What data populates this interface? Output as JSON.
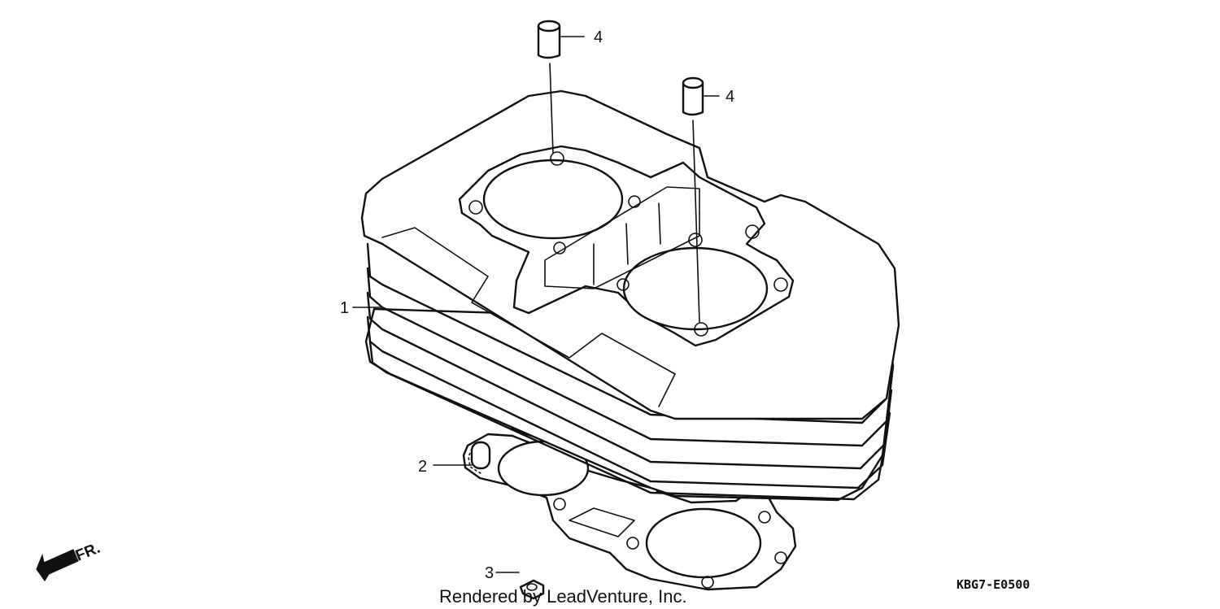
{
  "callouts": [
    {
      "id": "1",
      "label": "1"
    },
    {
      "id": "2",
      "label": "2"
    },
    {
      "id": "3",
      "label": "3"
    },
    {
      "id": "4a",
      "label": "4"
    },
    {
      "id": "4b",
      "label": "4"
    }
  ],
  "direction_label": "FR.",
  "credit": "Rendered by LeadVenture, Inc.",
  "diagram_code": "KBG7-E0500"
}
